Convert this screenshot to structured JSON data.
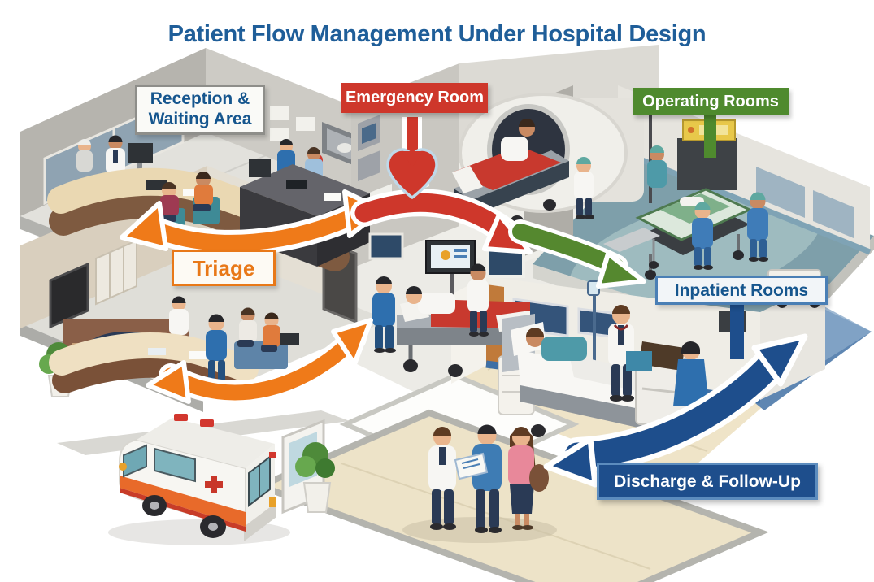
{
  "title": "Patient Flow Management Under Hospital Design",
  "labels": {
    "reception": "Reception & Waiting Area",
    "emergency": "Emergency Room",
    "operating": "Operating Rooms",
    "triage": "Triage",
    "inpatient": "Inpatient Rooms",
    "discharge": "Discharge & Follow-Up"
  },
  "colors": {
    "title_text": "#1F5E99",
    "label_text_blue": "#16568E",
    "emergency_red": "#CE372B",
    "operating_green": "#4F8A2E",
    "triage_orange": "#E87818",
    "flow_orange": "#EF7A19",
    "flow_red": "#CE372B",
    "flow_green": "#55882F",
    "flow_blue": "#1E4E8C",
    "discharge_banner_border": "#5C8CBE"
  },
  "flow_arrows": [
    {
      "color": "#EF7A19",
      "type": "double-headed",
      "between": [
        "Reception & Waiting Area",
        "Triage"
      ]
    },
    {
      "color": "#CE372B",
      "type": "single",
      "between": [
        "Triage",
        "Emergency Room"
      ]
    },
    {
      "color": "#55882F",
      "type": "single",
      "between": [
        "Emergency Room",
        "Operating Rooms"
      ]
    },
    {
      "color": "#EF7A19",
      "type": "double-headed",
      "between": [
        "Triage",
        "Examination corridor"
      ]
    },
    {
      "color": "#1E4E8C",
      "type": "double-headed",
      "between": [
        "Inpatient Rooms",
        "Discharge & Follow-Up"
      ]
    },
    {
      "color": "#CE372B",
      "type": "pointer-with-heart",
      "between": [
        "Emergency Room label",
        "Emergency Room"
      ]
    }
  ],
  "scene_elements": [
    "reception desk with staff and patients",
    "registration desk",
    "x-ray wall screen",
    "MRI scanner with patient bed",
    "emergency bed with red blanket",
    "operating table with surgical team",
    "triage lounge with couch and waiting patients",
    "stretcher pushed through corridor",
    "inpatient bed with doctor and nurse",
    "discharge consultation group",
    "ambulance with red cross",
    "entrance door with potted plant",
    "heart symbol"
  ]
}
